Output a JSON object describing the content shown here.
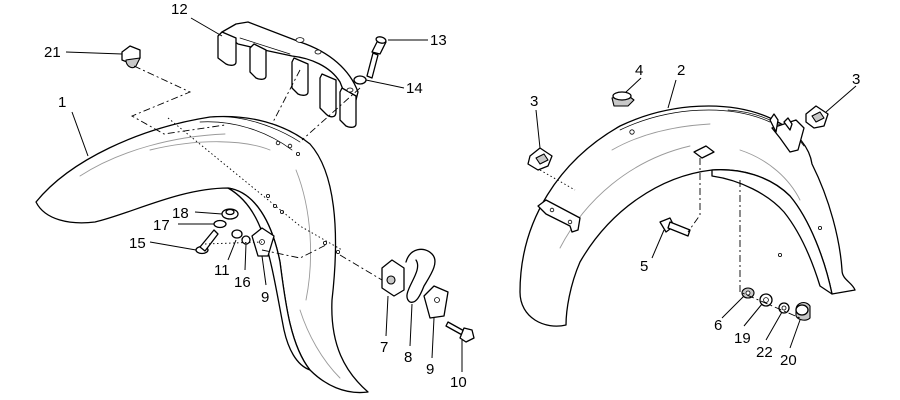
{
  "callouts": {
    "c1": "1",
    "c2": "2",
    "c3a": "3",
    "c3b": "3",
    "c4": "4",
    "c5": "5",
    "c6": "6",
    "c7": "7",
    "c8": "8",
    "c9a": "9",
    "c9b": "9",
    "c10": "10",
    "c11": "11",
    "c12": "12",
    "c13": "13",
    "c14": "14",
    "c15": "15",
    "c16": "16",
    "c17": "17",
    "c18": "18",
    "c19": "19",
    "c20": "20",
    "c21": "21",
    "c22": "22"
  }
}
